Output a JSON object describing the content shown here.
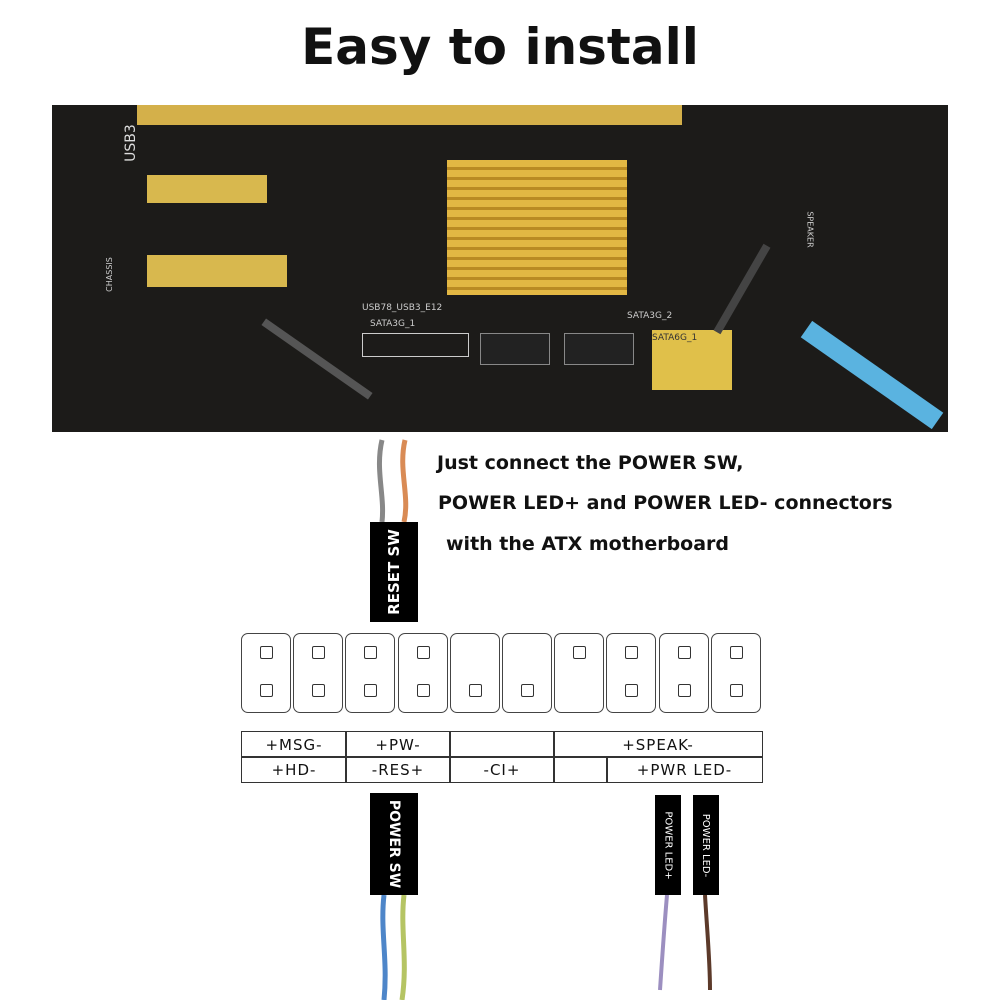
{
  "title": "Easy to install",
  "instructions": [
    "Just connect the POWER SW,",
    "POWER LED+ and POWER LED- connectors",
    "with the ATX motherboard"
  ],
  "connectors": {
    "reset": "RESET SW",
    "power_sw": "POWER SW",
    "led_plus": "POWER LED+",
    "led_minus": "POWER LED-"
  },
  "header_pins": {
    "top_row": [
      1,
      1,
      1,
      1,
      0,
      0,
      1,
      1,
      1,
      1
    ],
    "bottom_row": [
      1,
      1,
      1,
      1,
      1,
      1,
      0,
      1,
      1,
      1
    ]
  },
  "labels": {
    "row1": [
      "+MSG-",
      "+PW-",
      "",
      "+SPEAK-"
    ],
    "row2": [
      "+HD-",
      "-RES+",
      "-CI+",
      "",
      "+PWR LED-"
    ]
  },
  "photo_labels": [
    "USB3",
    "USB78_USB3_E12",
    "SATA3G_1",
    "SATA3G_2",
    "SATA6G_1",
    "SPEAKER",
    "CHASSIS"
  ]
}
